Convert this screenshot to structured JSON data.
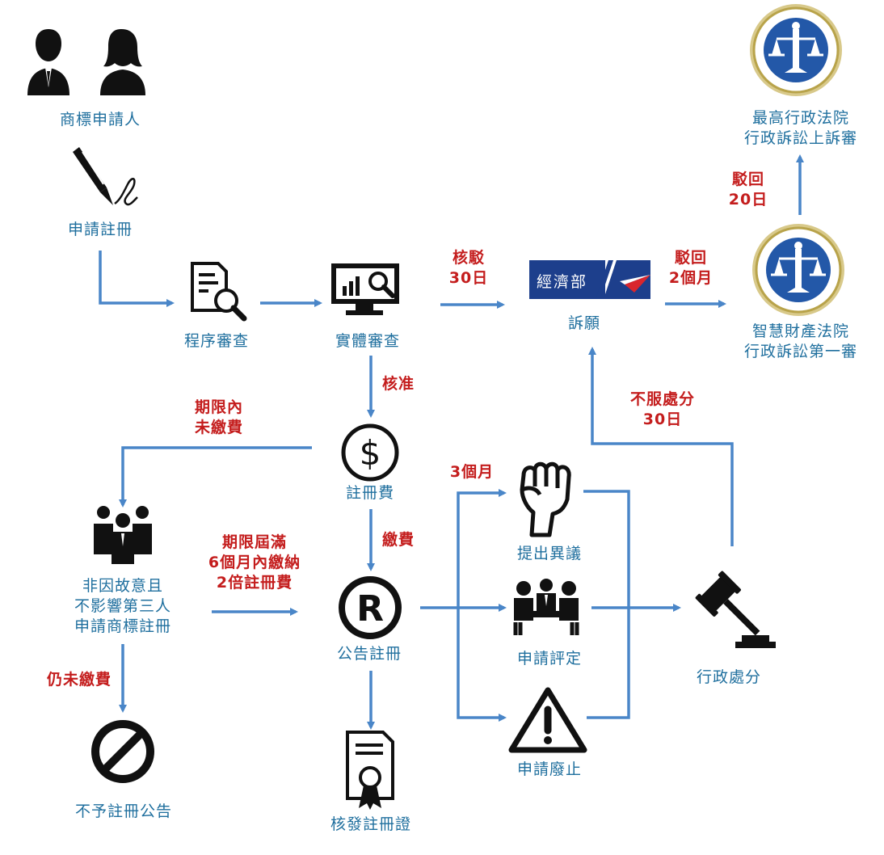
{
  "nodes": {
    "applicant": "商標申請人",
    "apply": "申請註冊",
    "formal_exam": "程序審查",
    "substantive_exam": "實體審查",
    "petition": "訴願",
    "ip_court": "智慧財產法院\n行政訴訟第一審",
    "supreme_court": "最高行政法院\n行政訴訟上訴審",
    "fee": "註冊費",
    "unintentional": "非因故意且\n不影響第三人\n申請商標註冊",
    "publication": "公告註冊",
    "no_publication": "不予註冊公告",
    "certificate": "核發註冊證",
    "opposition": "提出異議",
    "invalidation": "申請評定",
    "revocation": "申請廢止",
    "admin_decision": "行政處分"
  },
  "edges": {
    "reject_30": "核駁\n30日",
    "reject_2m": "駁回\n2個月",
    "reject_20": "駁回\n20日",
    "approved": "核准",
    "unpaid_in_time": "期限內\n未繳費",
    "paid": "繳費",
    "expired_pay_double": "期限屆滿\n6個月內繳納\n2倍註冊費",
    "three_months": "3個月",
    "still_unpaid": "仍未繳費",
    "disagree_30": "不服處分\n30日"
  },
  "logos": {
    "moea": "經濟部"
  },
  "colors": {
    "node_text": "#1f6f9e",
    "edge_text": "#c41d1d",
    "arrow": "#4a86c8",
    "icon": "#111111",
    "moea_blue": "#1d3f8c",
    "moea_red": "#d9262d",
    "court_blue": "#2358a8",
    "court_gold": "#b8a34a"
  },
  "icons": {
    "applicant": "people-icon",
    "apply": "pen-icon",
    "formal_exam": "document-search-icon",
    "substantive_exam": "monitor-search-icon",
    "petition": "moea-logo",
    "ip_court": "court-seal-icon",
    "supreme_court": "court-seal-icon",
    "fee": "dollar-icon",
    "unintentional": "group-icon",
    "publication": "registered-icon",
    "no_publication": "prohibited-icon",
    "certificate": "certificate-icon",
    "opposition": "fist-icon",
    "invalidation": "meeting-icon",
    "revocation": "warning-icon",
    "admin_decision": "gavel-icon"
  }
}
